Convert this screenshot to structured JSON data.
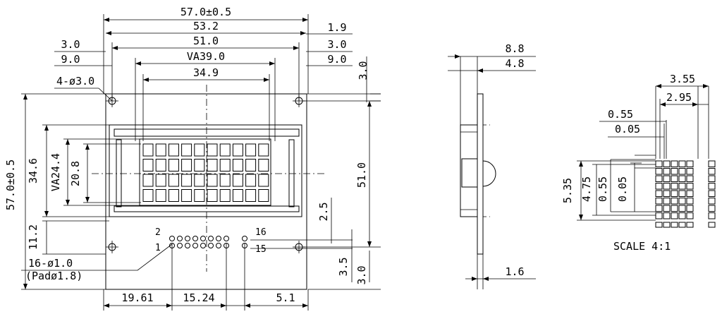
{
  "front": {
    "w_overall": "57.0±0.5",
    "w_pcb": "53.2",
    "w_holes": "51.0",
    "w_va": "VA39.0",
    "w_aa": "34.9",
    "left_3": "3.0",
    "left_9": "9.0",
    "right_19": "1.9",
    "right_3": "3.0",
    "right_9": "9.0",
    "top_3": "3.0",
    "holes": "4-ø3.0",
    "h_overall": "57.0±0.5",
    "h_outline": "34.6",
    "h_va": "VA24.4",
    "h_aa": "20.8",
    "h_holes": "51.0",
    "h_bottom": "11.2",
    "pin_gap": "2.5",
    "pin_offset": "3.5",
    "pin_bottom": "3.0",
    "pin_label_1": "1",
    "pin_label_2": "2",
    "pin_label_15": "15",
    "pin_label_16": "16",
    "pins_dia": "16-ø1.0",
    "pad_dia": "(Padø1.8)",
    "dim_bottom_1": "19.61",
    "dim_bottom_2": "15.24",
    "dim_bottom_3": "5.1"
  },
  "side": {
    "thick_total": "8.8",
    "thick_body": "4.8",
    "pcb": "1.6"
  },
  "detail": {
    "w_char": "3.55",
    "w_dot_area": "2.95",
    "dot_w": "0.55",
    "dot_gap": "0.05",
    "h_char": "5.35",
    "h_dot_area": "4.75",
    "dot_h": "0.55",
    "dot_vgap": "0.05",
    "scale": "SCALE  4:1"
  }
}
